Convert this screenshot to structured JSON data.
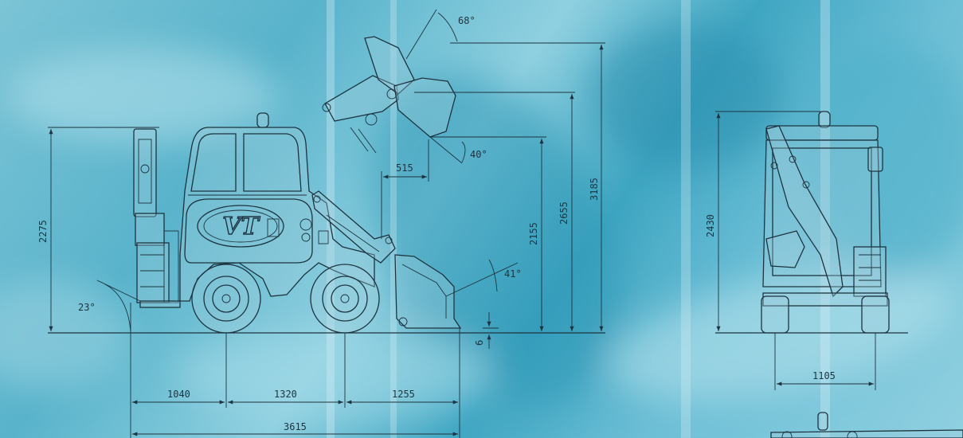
{
  "colors": {
    "background_light": "#8fd0e0",
    "background_mid": "#58b3cb",
    "background_dark": "#3fa6c2",
    "line": "#1d3440"
  },
  "dimensions": {
    "height_total_rear": "2275",
    "rear_angle": "23°",
    "bucket_dump_angle_top": "68°",
    "bucket_tilt_angle": "40°",
    "reach_at_dump": "515",
    "dump_height": "2155",
    "hinge_height": "2655",
    "max_height": "3185",
    "ground_bucket_angle": "41°",
    "dig_depth": "6",
    "rear_overhang": "1040",
    "wheelbase": "1320",
    "front_overhang": "1255",
    "overall_length": "3615",
    "front_view_height": "2430",
    "track_width": "1105"
  },
  "logo_text": "VT"
}
